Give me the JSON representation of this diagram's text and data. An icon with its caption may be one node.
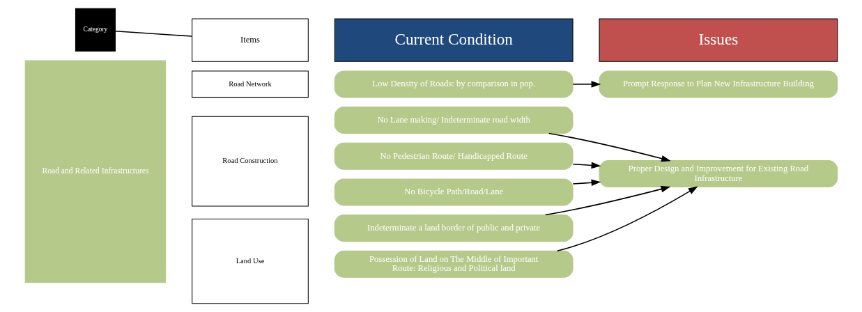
{
  "diagram": {
    "nodes": [
      {
        "text": [
          "Category"
        ]
      },
      {
        "text": [
          "Items"
        ]
      },
      {
        "text": [
          "Current Condition"
        ]
      },
      {
        "text": [
          "Issues"
        ]
      },
      {
        "text": [
          "Road and Related Infrastructures"
        ]
      },
      {
        "text": [
          "Road Network"
        ]
      },
      {
        "text": [
          "Road Construction"
        ]
      },
      {
        "text": [
          "Land Use"
        ]
      },
      {
        "text": [
          "Low Density of Roads: by comparison in pop."
        ]
      },
      {
        "text": [
          "No Lane making/ Indeterminate road width"
        ]
      },
      {
        "text": [
          "No Pedestrian Route/ Handicapped Route"
        ]
      },
      {
        "text": [
          "No Bicycle Path/Road/Lane"
        ]
      },
      {
        "text": [
          "Indeterminate a land border of public and private"
        ]
      },
      {
        "text": [
          "Possession of Land on The Middle of Important Route: Religious and Political land"
        ]
      },
      {
        "text": [
          "Prompt Response to Plan New Infrastructure Building"
        ]
      },
      {
        "text": [
          "Proper Design and Improvement for Existing Road Infrastructure"
        ]
      }
    ],
    "edges": [
      {
        "from": 0,
        "to": 1,
        "arrow": "none"
      },
      {
        "from": 8,
        "to": 14,
        "arrow": "to"
      },
      {
        "from": 9,
        "to": 15,
        "arrow": "to"
      },
      {
        "from": 10,
        "to": 15,
        "arrow": "to"
      },
      {
        "from": 11,
        "to": 15,
        "arrow": "to"
      },
      {
        "from": 12,
        "to": 15,
        "arrow": "to"
      },
      {
        "from": 13,
        "to": 15,
        "arrow": "to"
      }
    ]
  }
}
